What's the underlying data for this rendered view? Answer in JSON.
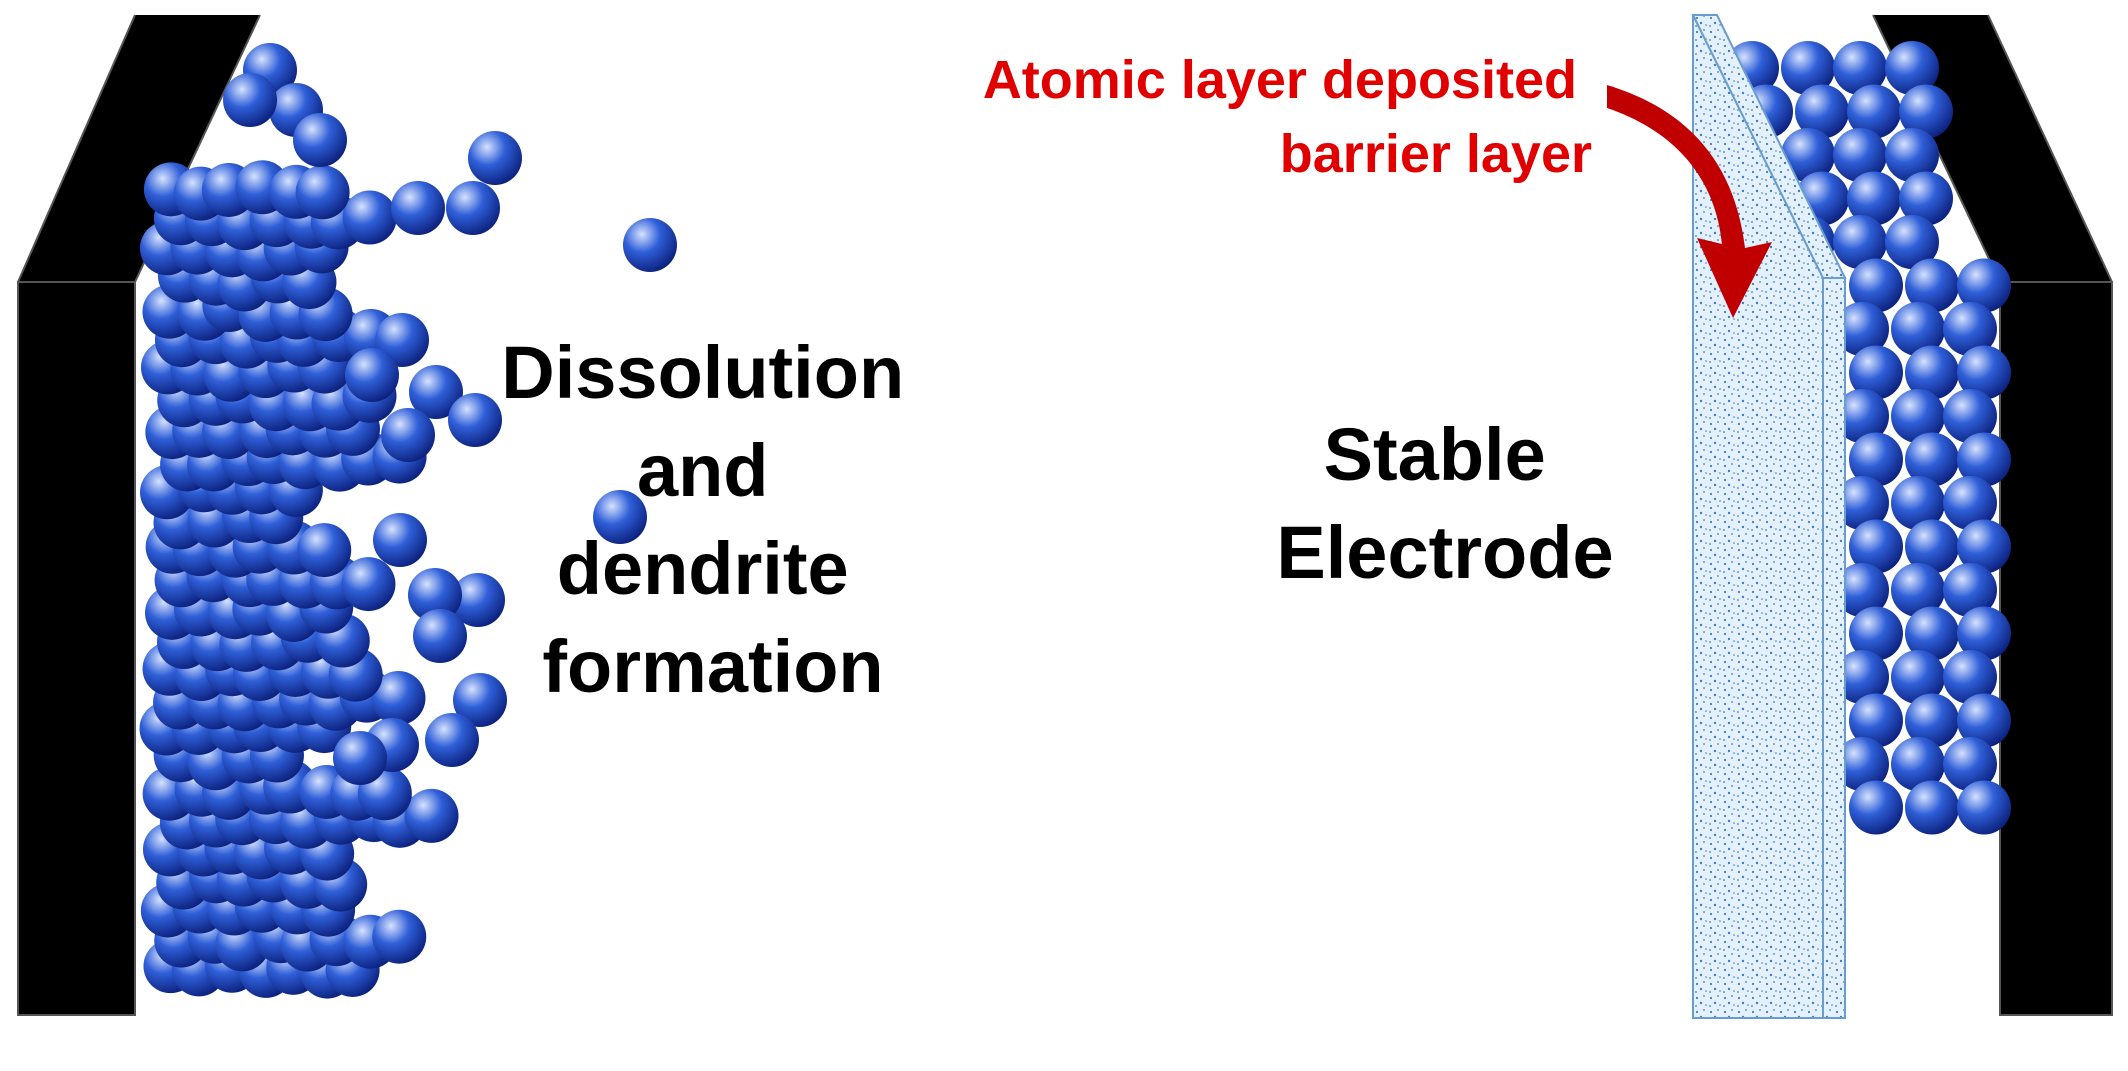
{
  "colors": {
    "background": "#ffffff",
    "electrode_plate": "#000000",
    "particle_light": "#d6e2ff",
    "particle_mid": "#2f5fd8",
    "particle_dark": "#0b1f7a",
    "barrier_fill": "#e4f0fb",
    "barrier_dots": "#3d7fc4",
    "barrier_edge": "#6a9ccc",
    "callout_text": "#e00000",
    "arrow": "#c00000"
  },
  "left_panel": {
    "label_lines": [
      "Dissolution",
      "and",
      "dendrite",
      "formation"
    ]
  },
  "right_panel": {
    "label_lines": [
      "Stable",
      "Electrode"
    ],
    "callout_lines": [
      "Atomic layer deposited",
      "barrier layer"
    ]
  }
}
